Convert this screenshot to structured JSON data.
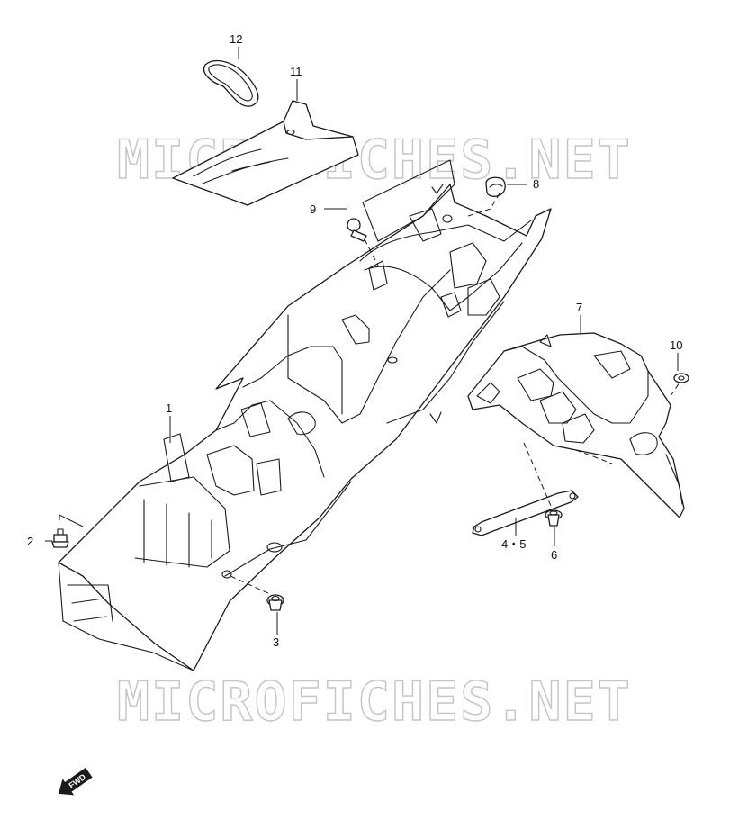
{
  "watermark": {
    "text": "MICROFICHES.NET",
    "color": "#c4c4c4"
  },
  "callouts": {
    "c1": "1",
    "c2": "2",
    "c3": "3",
    "c45": "4・5",
    "c6": "6",
    "c7": "7",
    "c8": "8",
    "c9": "9",
    "c10": "10",
    "c11": "11",
    "c12": "12"
  },
  "direction": {
    "label": "FWD",
    "icon": "forward-arrow-icon"
  },
  "colors": {
    "line": "#1a1a1a",
    "background": "#ffffff"
  }
}
